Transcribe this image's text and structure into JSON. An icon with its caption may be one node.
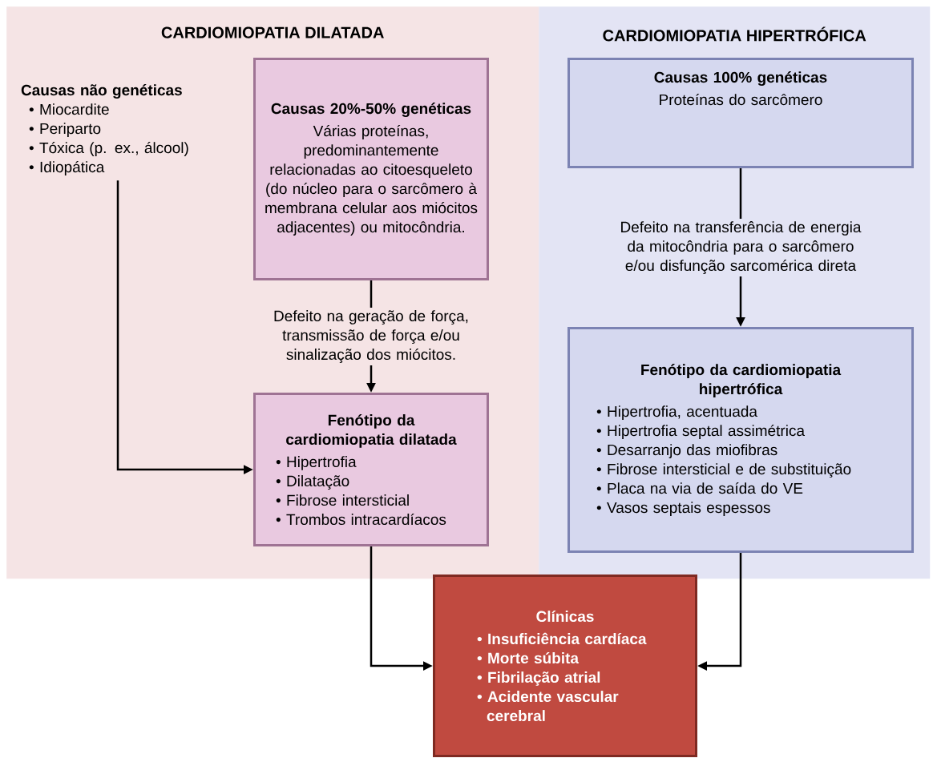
{
  "diagram": {
    "nodes": [
      {
        "text": [
          "CARDIOMIOPATIA DILATADA"
        ]
      },
      {
        "text": [
          "CARDIOMIOPATIA HIPERTRÓFICA"
        ]
      },
      {
        "text": [
          "Causas não genéticas",
          "• Miocardite",
          "• Periparto",
          "• Tóxica (p. ex., álcool)",
          "• Idiopática"
        ],
        "in": 0
      },
      {
        "text": [
          "Causas 20%-50% genéticas",
          "Várias proteínas, predominantemente relacionadas ao citoesqueleto (do núcleo para o sarcômero à membrana celular aos miócitos adjacentes) ou mitocôndria."
        ],
        "in": 0
      },
      {
        "text": [
          "Fenótipo da cardiomiopatia dilatada",
          "• Hipertrofia",
          "• Dilatação",
          "• Fibrose intersticial",
          "• Trombos intracardíacos"
        ],
        "in": 0
      },
      {
        "text": [
          "Causas 100% genéticas",
          "Proteínas do sarcômero"
        ],
        "in": 1
      },
      {
        "text": [
          "Fenótipo da cardiomiopatia hipertrófica",
          "• Hipertrofia, acentuada",
          "• Hipertrofia septal assimétrica",
          "• Desarranjo das miofibras",
          "• Fibrose intersticial e de substituição",
          "• Placa na via de saída do VE",
          "• Vasos septais espessos"
        ],
        "in": 1
      },
      {
        "text": [
          "Clínicas",
          "• Insuficiência cardíaca",
          "• Morte súbita",
          "• Fibrilação atrial",
          "• Acidente vascular cerebral"
        ]
      }
    ],
    "edges": [
      {
        "from": 2,
        "to": 4,
        "arrow": "to"
      },
      {
        "from": 3,
        "to": 4,
        "arrow": "to",
        "label": "Defeito na geração de força, transmissão de força e/ou sinalização dos miócitos."
      },
      {
        "from": 5,
        "to": 6,
        "arrow": "to",
        "label": "Defeito na transferência de energia da mitocôndria para o sarcômero e/ou disfunção sarcomérica direta"
      },
      {
        "from": 4,
        "to": 7,
        "arrow": "to"
      },
      {
        "from": 6,
        "to": 7,
        "arrow": "to"
      }
    ]
  }
}
